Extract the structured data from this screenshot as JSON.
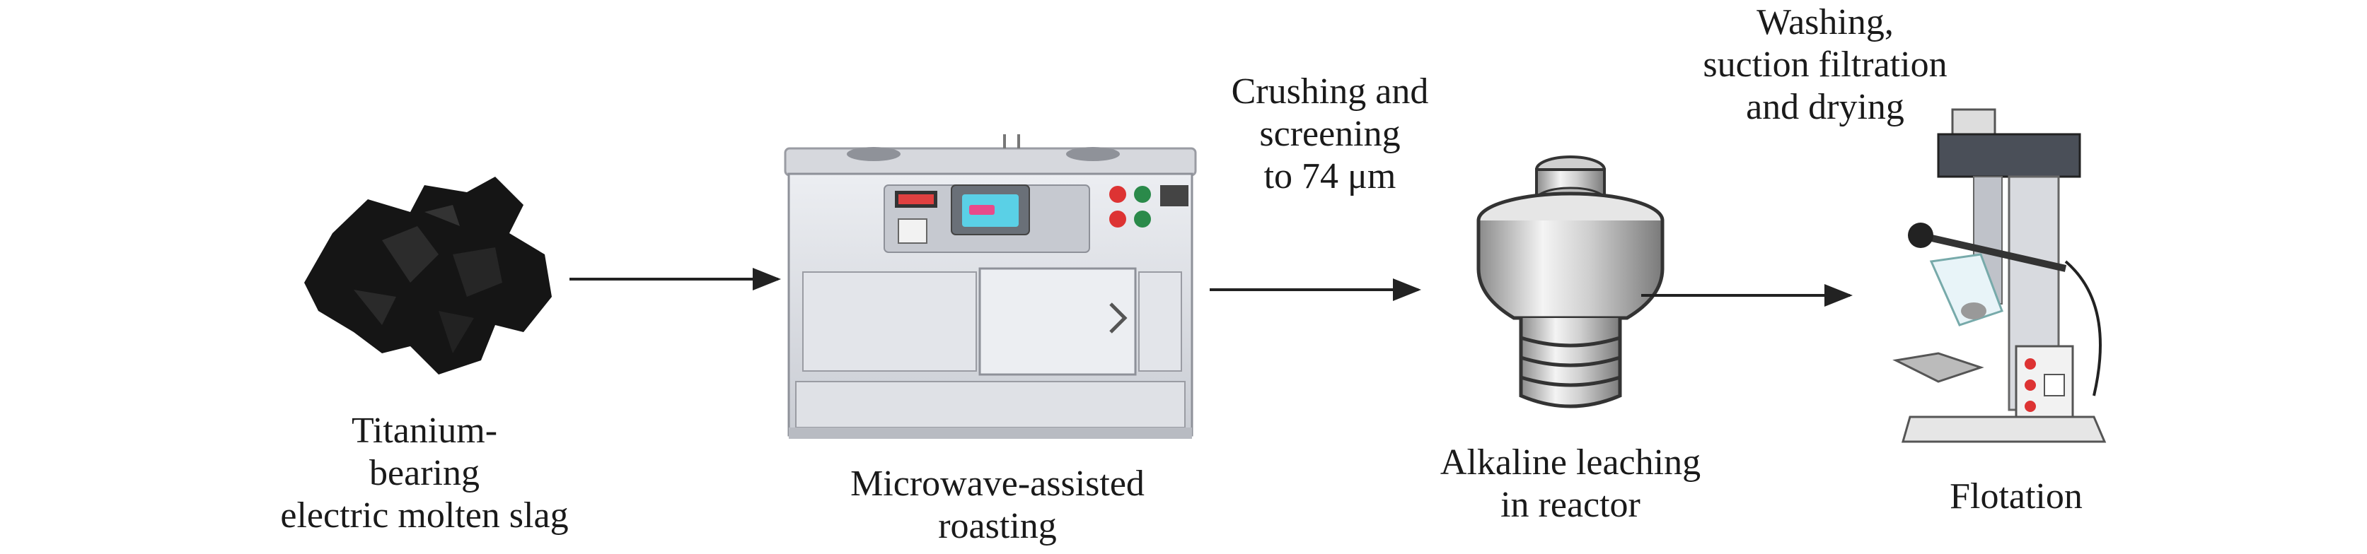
{
  "steps": [
    {
      "label": [
        "Titanium-",
        "bearing",
        "electric molten slag"
      ],
      "icon": "slag-icon"
    },
    {
      "label": [
        "Microwave-assisted",
        "roasting"
      ],
      "icon": "microwave-furnace-icon"
    },
    {
      "label": [
        "Alkaline leaching",
        "in reactor"
      ],
      "icon": "reactor-icon"
    },
    {
      "label": [
        "Flotation"
      ],
      "icon": "flotation-machine-icon"
    }
  ],
  "transitions": [
    {
      "label": []
    },
    {
      "label": [
        "Crushing and",
        "screening",
        "to 74 μm"
      ]
    },
    {
      "label": [
        "Washing,",
        "suction filtration",
        "and drying"
      ]
    }
  ],
  "colors": {
    "text": "#1a1a1a",
    "arrow": "#222222",
    "slag": "#151515",
    "metal": "#d9d9d9"
  }
}
